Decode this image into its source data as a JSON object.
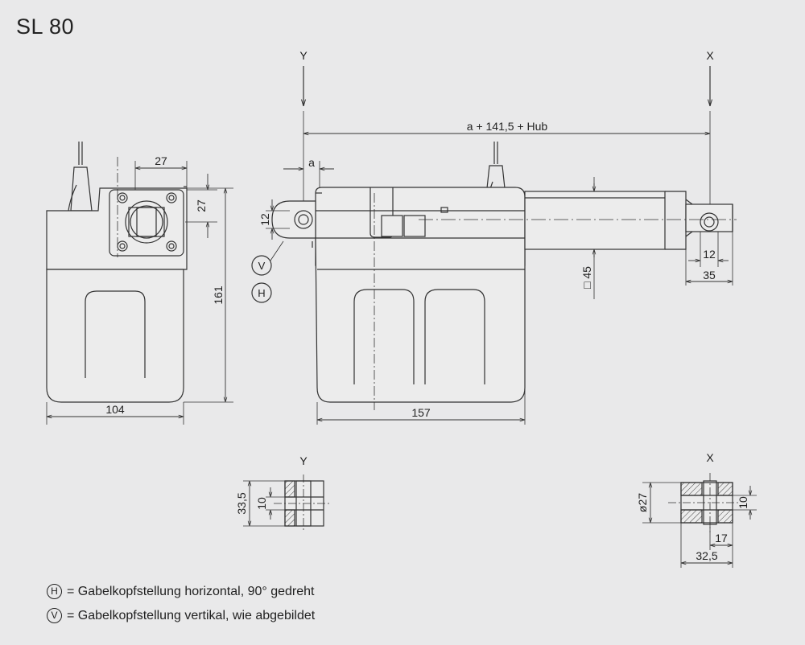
{
  "title": "SL 80",
  "views": {
    "y_label": "Y",
    "x_label": "X"
  },
  "dimensions": {
    "stroke": "a + 141,5 + Hub",
    "a": "a",
    "width_104": "104",
    "height_161": "161",
    "flange_27_h": "27",
    "flange_27_v": "27",
    "length_157": "157",
    "fork_12": "12",
    "tube_square_45": "□ 45",
    "rod_12": "12",
    "rod_35": "35",
    "y_33_5": "33,5",
    "y_10": "10",
    "x_dia_27": "ø27",
    "x_10": "10",
    "x_17": "17",
    "x_32_5": "32,5"
  },
  "markers": {
    "v": "V",
    "h": "H"
  },
  "legend": {
    "h_symbol": "H",
    "h_text": "= Gabelkopfstellung horizontal, 90° gedreht",
    "v_symbol": "V",
    "v_text": "= Gabelkopfstellung vertikal, wie abgebildet"
  },
  "colors": {
    "background": "#e9e9ea",
    "line": "#333333",
    "body_fill": "#ececec"
  }
}
